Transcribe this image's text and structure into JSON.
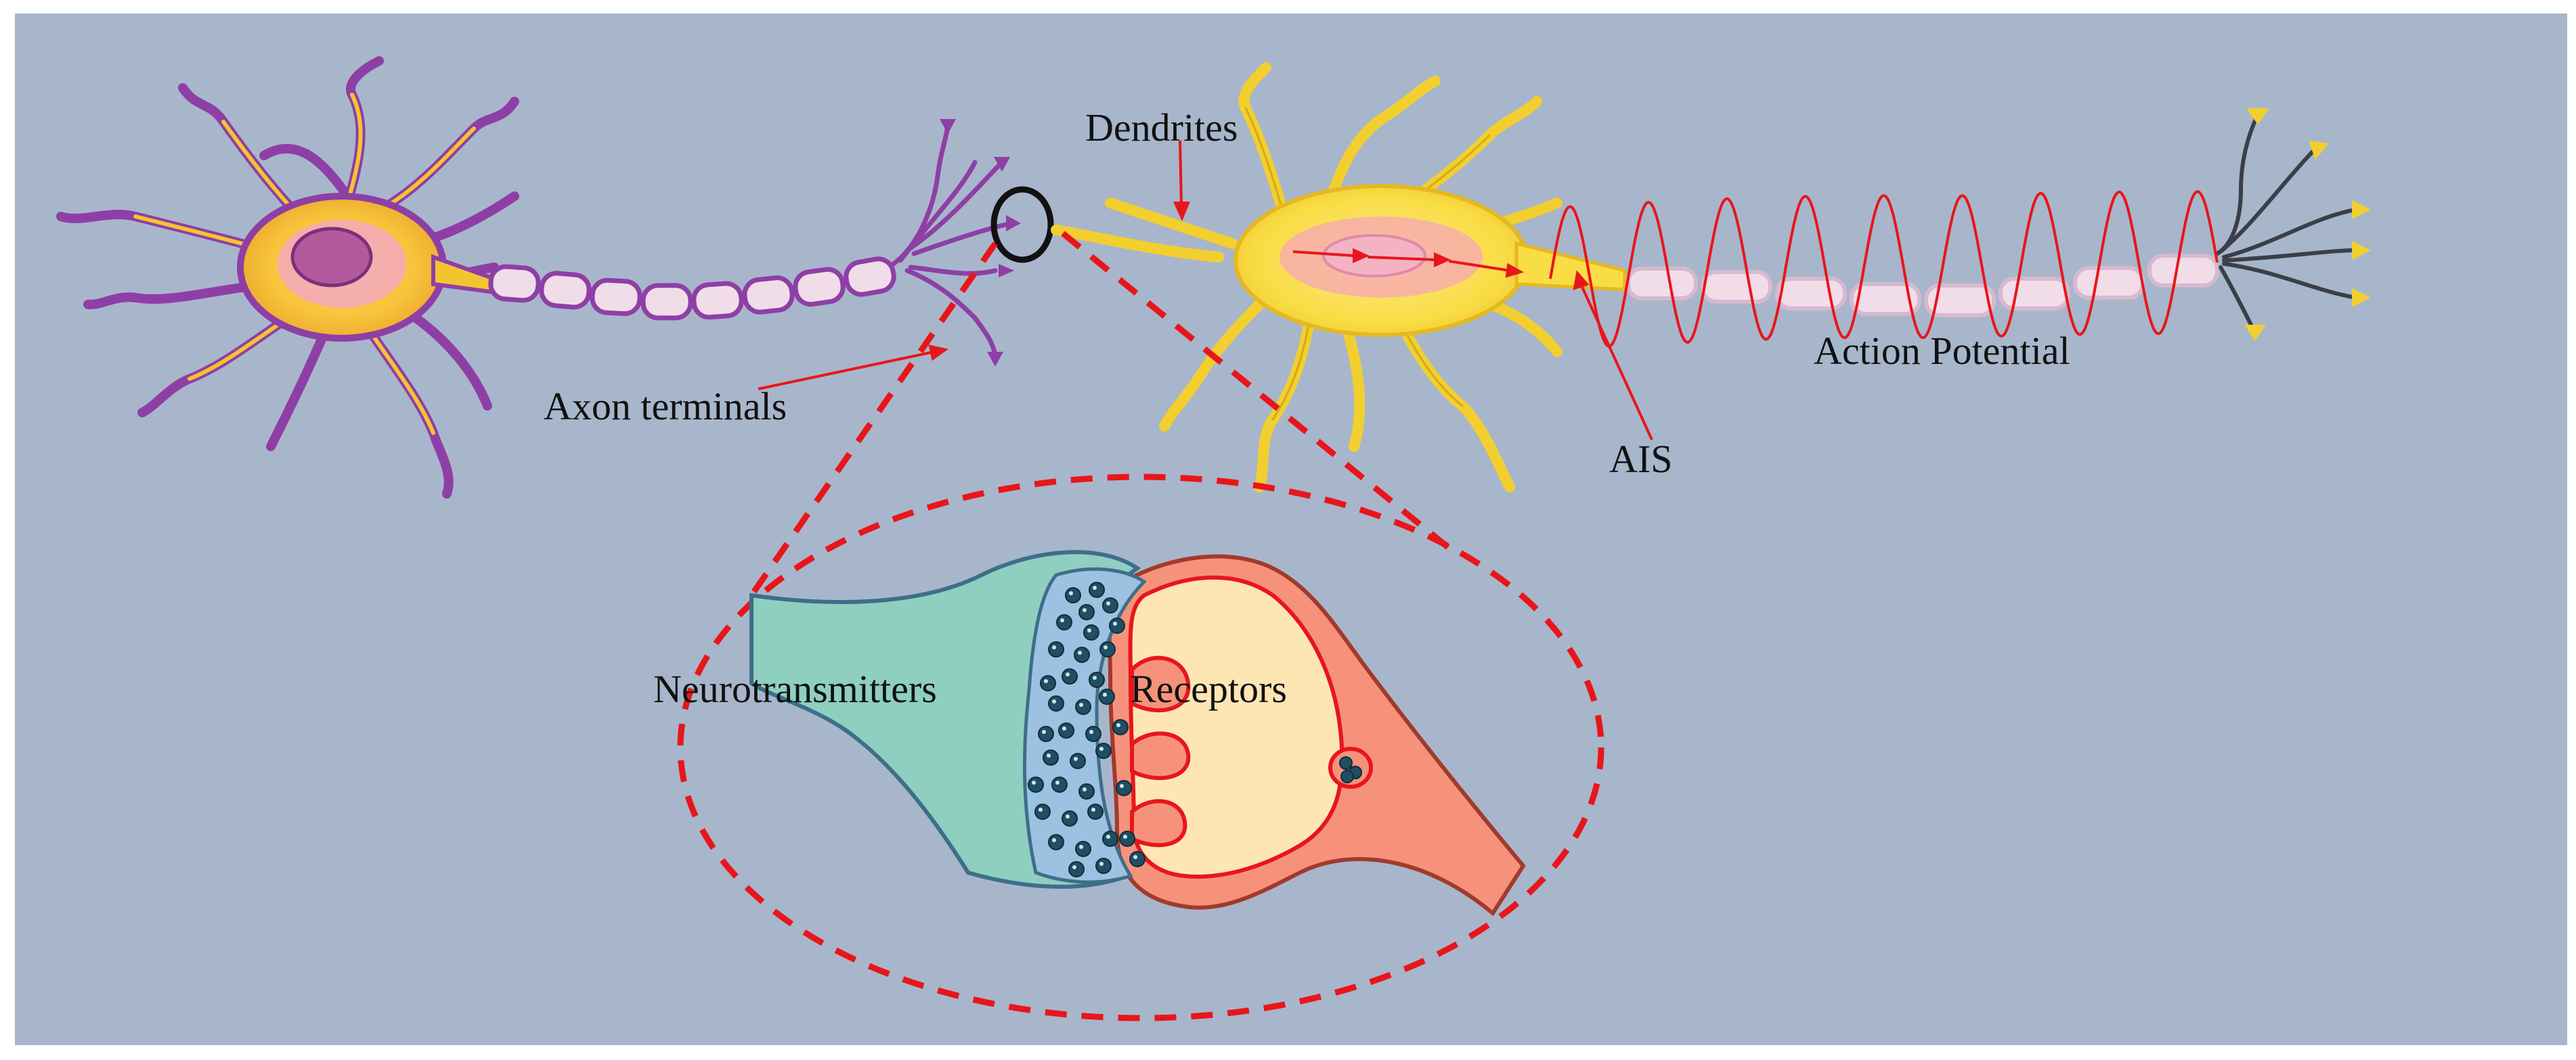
{
  "labels": {
    "dendrites": "Dendrites",
    "axon_terminals": "Axon terminals",
    "ais": "AIS",
    "action_potential": "Action Potential",
    "neurotransmitters": "Neurotransmitters",
    "receptors": "Receptors"
  },
  "colors": {
    "background": "#a8b6cb",
    "annotation_red": "#e8161b",
    "neuron1_outline": "#8e3fa6",
    "neuron1_fill": "#f4c430",
    "neuron2_fill": "#f7dc4a",
    "myelin": "#f0dde8",
    "presynaptic": "#8ecfc0",
    "postsynaptic": "#fde6b4",
    "post_membrane": "#f08a70",
    "vesicle": "#1f4f63"
  }
}
